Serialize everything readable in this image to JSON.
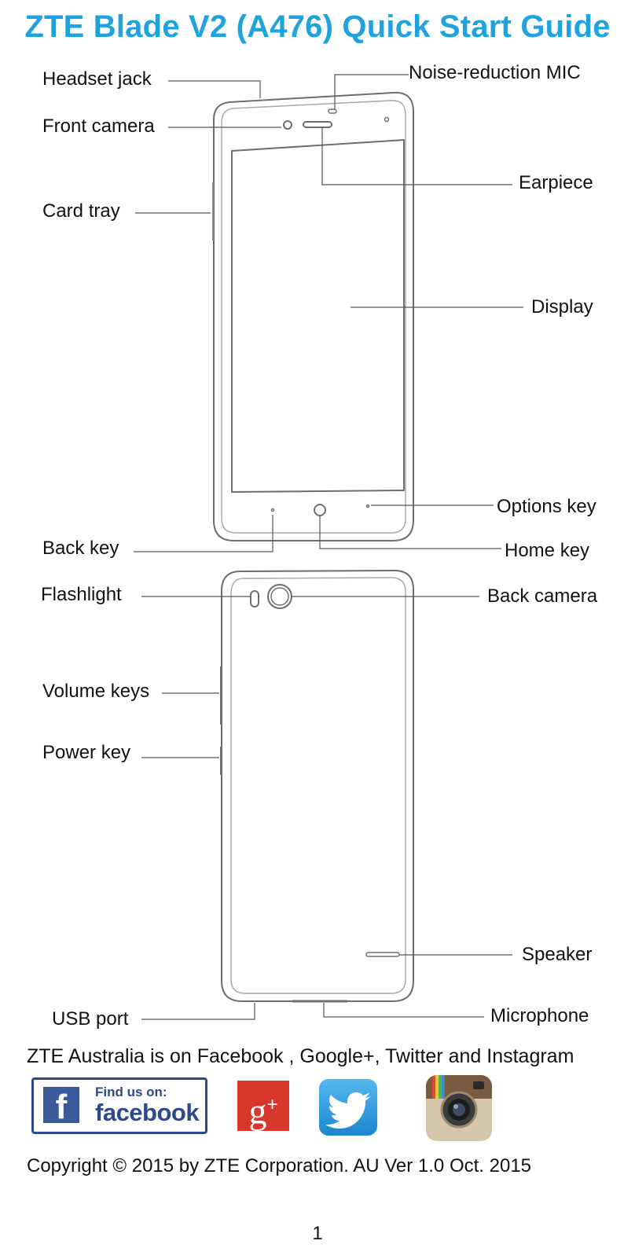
{
  "title": "ZTE Blade V2 (A476) Quick Start Guide",
  "labels": {
    "headset_jack": "Headset jack",
    "noise_mic": "Noise-reduction MIC",
    "front_camera": "Front camera",
    "earpiece": "Earpiece",
    "card_tray": "Card tray",
    "display": "Display",
    "options_key": "Options key",
    "back_key": "Back key",
    "home_key": "Home key",
    "flashlight": "Flashlight",
    "back_camera": "Back camera",
    "volume_keys": "Volume keys",
    "power_key": "Power key",
    "speaker": "Speaker",
    "usb_port": "USB port",
    "microphone": "Microphone"
  },
  "social": {
    "text": "ZTE Australia is on Facebook , Google+, Twitter and Instagram",
    "facebook_find": "Find us on:",
    "facebook_word": "facebook",
    "facebook_f": "f",
    "google_glyph": "g",
    "google_plus": "+"
  },
  "icons": [
    "facebook-icon",
    "google-plus-icon",
    "twitter-icon",
    "instagram-icon"
  ],
  "colors": {
    "title": "#1fa3e0",
    "facebook": "#3b5a9a",
    "google": "#d8382b",
    "twitter": "#2a9de3"
  },
  "copyright": "Copyright © 2015 by ZTE Corporation. AU Ver 1.0 Oct. 2015",
  "page_number": "1"
}
